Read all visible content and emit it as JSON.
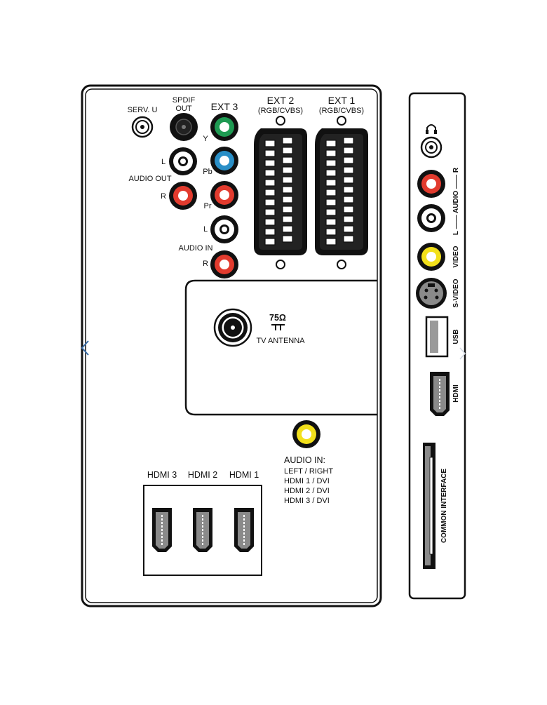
{
  "main_panel": {
    "serv_u": "SERV. U",
    "spdif_line1": "SPDIF",
    "spdif_line2": "OUT",
    "ext3": "EXT 3",
    "y": "Y",
    "pb": "Pb",
    "pr": "Pr",
    "ext2": "EXT 2",
    "ext2_sub": "(RGB/CVBS)",
    "ext1": "EXT 1",
    "ext1_sub": "(RGB/CVBS)",
    "audio_out": "AUDIO OUT",
    "audio_out_l": "L",
    "audio_out_r": "R",
    "audio_in": "AUDIO IN",
    "audio_in_l": "L",
    "audio_in_r": "R",
    "ohm": "75Ω",
    "tv_antenna": "TV ANTENNA",
    "audio_in_hdmi_title": "AUDIO IN:",
    "audio_in_hdmi_lines": [
      "LEFT / RIGHT",
      "HDMI 1 / DVI",
      "HDMI 2 / DVI",
      "HDMI 3 / DVI"
    ],
    "hdmi3": "HDMI 3",
    "hdmi2": "HDMI 2",
    "hdmi1": "HDMI 1"
  },
  "side_panel": {
    "audio_label": "L —— AUDIO —— R",
    "video": "VIDEO",
    "s_video": "S-VIDEO",
    "usb": "USB",
    "hdmi": "HDMI",
    "common_interface": "COMMON INTERFACE"
  },
  "colors": {
    "outline": "#111111",
    "red": "#e23b2e",
    "green": "#1e9a52",
    "blue": "#2a8fc7",
    "yellow": "#f2e01b",
    "port_gray": "#8a8a8a",
    "nav_arrow": "#3a6ea8"
  },
  "icons": {
    "headphone": "headphone-icon",
    "nav_prev": "chevron-left-icon",
    "nav_next": "chevron-right-icon"
  }
}
